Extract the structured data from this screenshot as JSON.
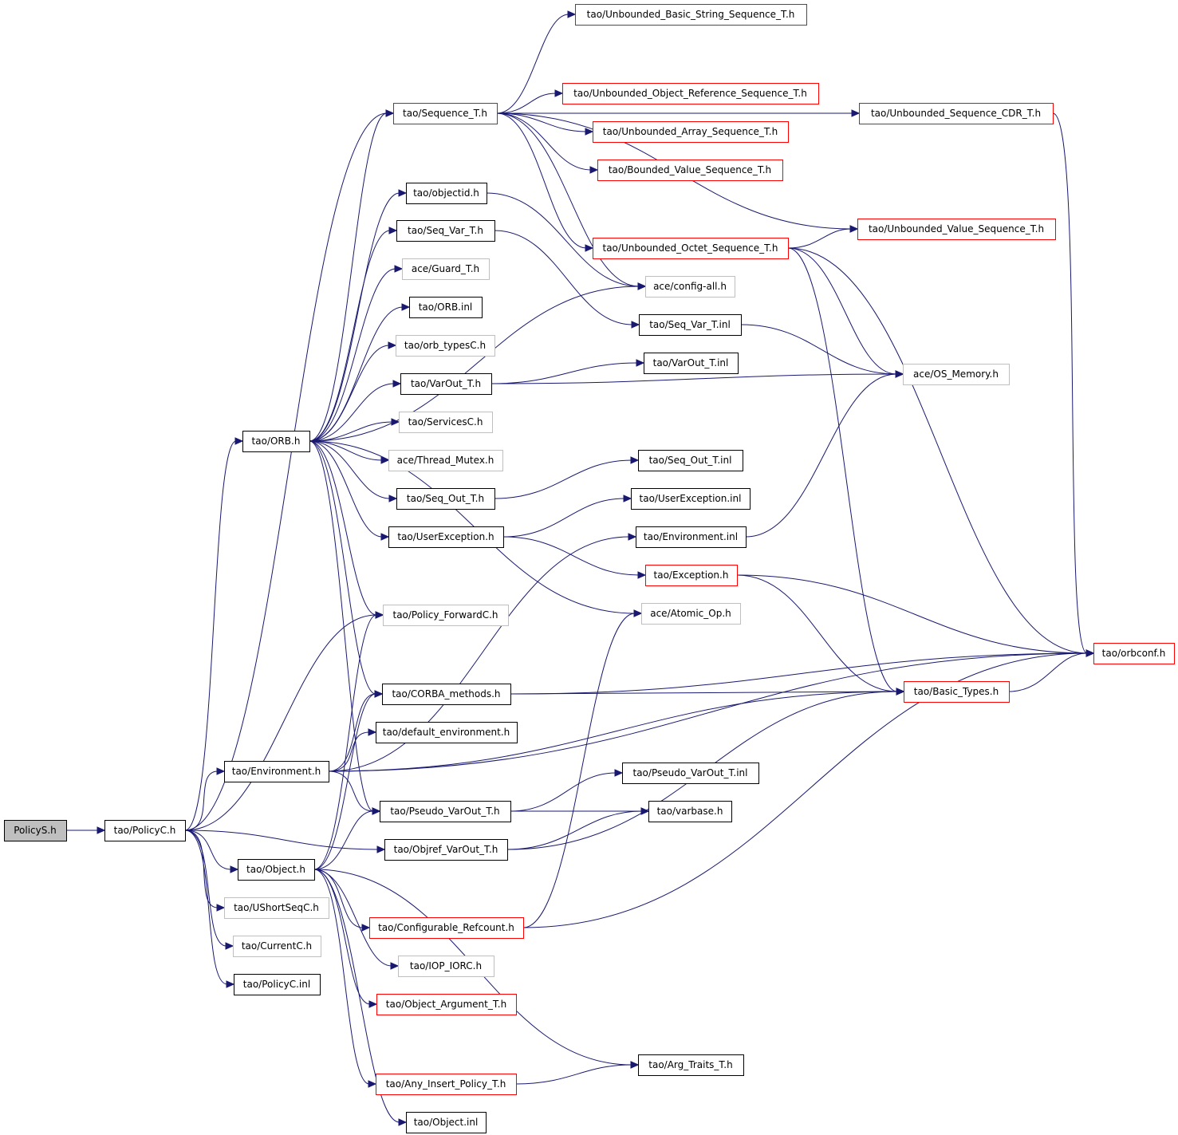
{
  "colors": {
    "edge": "#191970",
    "box_normal": "#000000",
    "box_truncated": "#ff0000",
    "box_external": "#bfbfbf",
    "root_fill": "#bfbfbf",
    "background": "#ffffff"
  },
  "nodes": [
    {
      "id": "PolicyS_h",
      "label": "PolicyS.h",
      "style": "root"
    },
    {
      "id": "PolicyC_h",
      "label": "tao/PolicyC.h",
      "style": "normal"
    },
    {
      "id": "ORB_h",
      "label": "tao/ORB.h",
      "style": "normal"
    },
    {
      "id": "Sequence_T_h",
      "label": "tao/Sequence_T.h",
      "style": "truncated"
    },
    {
      "id": "Unb_Basic_String",
      "label": "tao/Unbounded_Basic_String_Sequence_T.h",
      "style": "truncated"
    },
    {
      "id": "Unb_Object_Ref",
      "label": "tao/Unbounded_Object_Reference_Sequence_T.h",
      "style": "truncated"
    },
    {
      "id": "Unb_Sequence_CDR",
      "label": "tao/Unbounded_Sequence_CDR_T.h",
      "style": "truncated"
    },
    {
      "id": "Unb_Array",
      "label": "tao/Unbounded_Array_Sequence_T.h",
      "style": "truncated"
    },
    {
      "id": "Bounded_Value",
      "label": "tao/Bounded_Value_Sequence_T.h",
      "style": "truncated"
    },
    {
      "id": "objectid_h",
      "label": "tao/objectid.h",
      "style": "normal"
    },
    {
      "id": "Seq_Var_T_h",
      "label": "tao/Seq_Var_T.h",
      "style": "normal"
    },
    {
      "id": "Unb_Value",
      "label": "tao/Unbounded_Value_Sequence_T.h",
      "style": "truncated"
    },
    {
      "id": "Unb_Octet",
      "label": "tao/Unbounded_Octet_Sequence_T.h",
      "style": "truncated"
    },
    {
      "id": "Guard_T_h",
      "label": "ace/Guard_T.h",
      "style": "external"
    },
    {
      "id": "config_all_h",
      "label": "ace/config-all.h",
      "style": "external"
    },
    {
      "id": "ORB_inl",
      "label": "tao/ORB.inl",
      "style": "normal"
    },
    {
      "id": "Seq_Var_T_inl",
      "label": "tao/Seq_Var_T.inl",
      "style": "normal"
    },
    {
      "id": "orb_typesC_h",
      "label": "tao/orb_typesC.h",
      "style": "external"
    },
    {
      "id": "VarOut_T_inl",
      "label": "tao/VarOut_T.inl",
      "style": "normal"
    },
    {
      "id": "VarOut_T_h",
      "label": "tao/VarOut_T.h",
      "style": "normal"
    },
    {
      "id": "OS_Memory_h",
      "label": "ace/OS_Memory.h",
      "style": "external"
    },
    {
      "id": "ServicesC_h",
      "label": "tao/ServicesC.h",
      "style": "external"
    },
    {
      "id": "Thread_Mutex_h",
      "label": "ace/Thread_Mutex.h",
      "style": "external"
    },
    {
      "id": "Seq_Out_T_inl",
      "label": "tao/Seq_Out_T.inl",
      "style": "normal"
    },
    {
      "id": "Seq_Out_T_h",
      "label": "tao/Seq_Out_T.h",
      "style": "normal"
    },
    {
      "id": "UserException_inl",
      "label": "tao/UserException.inl",
      "style": "normal"
    },
    {
      "id": "UserException_h",
      "label": "tao/UserException.h",
      "style": "normal"
    },
    {
      "id": "Environment_inl",
      "label": "tao/Environment.inl",
      "style": "normal"
    },
    {
      "id": "Exception_h",
      "label": "tao/Exception.h",
      "style": "truncated"
    },
    {
      "id": "Policy_ForwardC_h",
      "label": "tao/Policy_ForwardC.h",
      "style": "external"
    },
    {
      "id": "Atomic_Op_h",
      "label": "ace/Atomic_Op.h",
      "style": "external"
    },
    {
      "id": "orbconf_h",
      "label": "tao/orbconf.h",
      "style": "truncated"
    },
    {
      "id": "CORBA_methods_h",
      "label": "tao/CORBA_methods.h",
      "style": "normal"
    },
    {
      "id": "Basic_Types_h",
      "label": "tao/Basic_Types.h",
      "style": "truncated"
    },
    {
      "id": "default_environment_h",
      "label": "tao/default_environment.h",
      "style": "normal"
    },
    {
      "id": "Environment_h",
      "label": "tao/Environment.h",
      "style": "normal"
    },
    {
      "id": "Pseudo_VarOut_T_inl",
      "label": "tao/Pseudo_VarOut_T.inl",
      "style": "normal"
    },
    {
      "id": "Pseudo_VarOut_T_h",
      "label": "tao/Pseudo_VarOut_T.h",
      "style": "normal"
    },
    {
      "id": "varbase_h",
      "label": "tao/varbase.h",
      "style": "normal"
    },
    {
      "id": "Objref_VarOut_T_h",
      "label": "tao/Objref_VarOut_T.h",
      "style": "normal"
    },
    {
      "id": "Object_h",
      "label": "tao/Object.h",
      "style": "normal"
    },
    {
      "id": "UShortSeqC_h",
      "label": "tao/UShortSeqC.h",
      "style": "external"
    },
    {
      "id": "Configurable_Refcount_h",
      "label": "tao/Configurable_Refcount.h",
      "style": "truncated"
    },
    {
      "id": "CurrentC_h",
      "label": "tao/CurrentC.h",
      "style": "external"
    },
    {
      "id": "IOP_IORC_h",
      "label": "tao/IOP_IORC.h",
      "style": "external"
    },
    {
      "id": "PolicyC_inl",
      "label": "tao/PolicyC.inl",
      "style": "normal"
    },
    {
      "id": "Object_Argument_T_h",
      "label": "tao/Object_Argument_T.h",
      "style": "truncated"
    },
    {
      "id": "Arg_Traits_T_h",
      "label": "tao/Arg_Traits_T.h",
      "style": "normal"
    },
    {
      "id": "Any_Insert_Policy_T_h",
      "label": "tao/Any_Insert_Policy_T.h",
      "style": "truncated"
    },
    {
      "id": "Object_inl",
      "label": "tao/Object.inl",
      "style": "normal"
    }
  ],
  "edges": [
    [
      "PolicyS_h",
      "PolicyC_h"
    ],
    [
      "PolicyC_h",
      "ORB_h"
    ],
    [
      "PolicyC_h",
      "Environment_h"
    ],
    [
      "PolicyC_h",
      "Objref_VarOut_T_h"
    ],
    [
      "PolicyC_h",
      "Object_h"
    ],
    [
      "PolicyC_h",
      "UShortSeqC_h"
    ],
    [
      "PolicyC_h",
      "CurrentC_h"
    ],
    [
      "PolicyC_h",
      "PolicyC_inl"
    ],
    [
      "PolicyC_h",
      "Policy_ForwardC_h"
    ],
    [
      "PolicyC_h",
      "Sequence_T_h"
    ],
    [
      "ORB_h",
      "Sequence_T_h"
    ],
    [
      "ORB_h",
      "objectid_h"
    ],
    [
      "ORB_h",
      "Seq_Var_T_h"
    ],
    [
      "ORB_h",
      "Guard_T_h"
    ],
    [
      "ORB_h",
      "ORB_inl"
    ],
    [
      "ORB_h",
      "orb_typesC_h"
    ],
    [
      "ORB_h",
      "VarOut_T_h"
    ],
    [
      "ORB_h",
      "ServicesC_h"
    ],
    [
      "ORB_h",
      "Thread_Mutex_h"
    ],
    [
      "ORB_h",
      "Seq_Out_T_h"
    ],
    [
      "ORB_h",
      "UserException_h"
    ],
    [
      "ORB_h",
      "Policy_ForwardC_h"
    ],
    [
      "ORB_h",
      "Atomic_Op_h"
    ],
    [
      "ORB_h",
      "CORBA_methods_h"
    ],
    [
      "ORB_h",
      "Pseudo_VarOut_T_h"
    ],
    [
      "ORB_h",
      "config_all_h"
    ],
    [
      "Sequence_T_h",
      "Unb_Basic_String"
    ],
    [
      "Sequence_T_h",
      "Unb_Object_Ref"
    ],
    [
      "Sequence_T_h",
      "Unb_Sequence_CDR"
    ],
    [
      "Sequence_T_h",
      "Unb_Array"
    ],
    [
      "Sequence_T_h",
      "Bounded_Value"
    ],
    [
      "Sequence_T_h",
      "Unb_Value"
    ],
    [
      "Sequence_T_h",
      "Unb_Octet"
    ],
    [
      "Sequence_T_h",
      "config_all_h"
    ],
    [
      "objectid_h",
      "config_all_h"
    ],
    [
      "Seq_Var_T_h",
      "Seq_Var_T_inl"
    ],
    [
      "Unb_Octet",
      "Unb_Value"
    ],
    [
      "Unb_Octet",
      "OS_Memory_h"
    ],
    [
      "Unb_Octet",
      "Basic_Types_h"
    ],
    [
      "Unb_Octet",
      "orbconf_h"
    ],
    [
      "Unb_Sequence_CDR",
      "orbconf_h"
    ],
    [
      "Seq_Var_T_inl",
      "OS_Memory_h"
    ],
    [
      "VarOut_T_h",
      "VarOut_T_inl"
    ],
    [
      "VarOut_T_h",
      "OS_Memory_h"
    ],
    [
      "Seq_Out_T_h",
      "Seq_Out_T_inl"
    ],
    [
      "UserException_h",
      "UserException_inl"
    ],
    [
      "UserException_h",
      "Exception_h"
    ],
    [
      "Environment_inl",
      "OS_Memory_h"
    ],
    [
      "Exception_h",
      "Basic_Types_h"
    ],
    [
      "Exception_h",
      "orbconf_h"
    ],
    [
      "CORBA_methods_h",
      "Basic_Types_h"
    ],
    [
      "CORBA_methods_h",
      "orbconf_h"
    ],
    [
      "Basic_Types_h",
      "orbconf_h"
    ],
    [
      "Environment_h",
      "CORBA_methods_h"
    ],
    [
      "Environment_h",
      "default_environment_h"
    ],
    [
      "Environment_h",
      "Basic_Types_h"
    ],
    [
      "Environment_h",
      "Pseudo_VarOut_T_h"
    ],
    [
      "Environment_h",
      "Environment_inl"
    ],
    [
      "Environment_h",
      "orbconf_h"
    ],
    [
      "Pseudo_VarOut_T_h",
      "Pseudo_VarOut_T_inl"
    ],
    [
      "Pseudo_VarOut_T_h",
      "varbase_h"
    ],
    [
      "Objref_VarOut_T_h",
      "varbase_h"
    ],
    [
      "Objref_VarOut_T_h",
      "Basic_Types_h"
    ],
    [
      "Object_h",
      "Policy_ForwardC_h"
    ],
    [
      "Object_h",
      "CORBA_methods_h"
    ],
    [
      "Object_h",
      "Pseudo_VarOut_T_h"
    ],
    [
      "Object_h",
      "Configurable_Refcount_h"
    ],
    [
      "Object_h",
      "IOP_IORC_h"
    ],
    [
      "Object_h",
      "Object_Argument_T_h"
    ],
    [
      "Object_h",
      "Arg_Traits_T_h"
    ],
    [
      "Object_h",
      "Any_Insert_Policy_T_h"
    ],
    [
      "Object_h",
      "Object_inl"
    ],
    [
      "Configurable_Refcount_h",
      "Atomic_Op_h"
    ],
    [
      "Configurable_Refcount_h",
      "orbconf_h"
    ],
    [
      "Any_Insert_Policy_T_h",
      "Arg_Traits_T_h"
    ]
  ]
}
